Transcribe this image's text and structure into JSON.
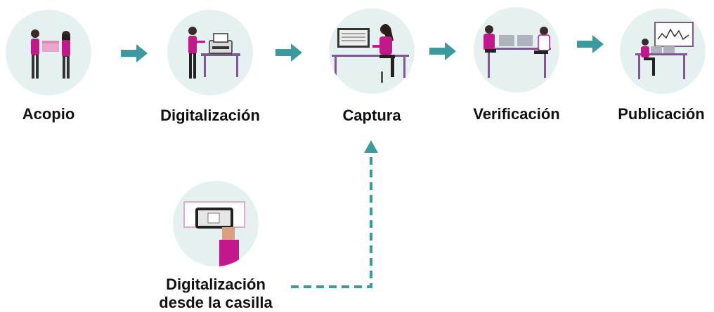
{
  "steps": [
    {
      "label": "Acopio",
      "icon": "handover-box-icon"
    },
    {
      "label": "Digitalización",
      "icon": "scanner-icon"
    },
    {
      "label": "Captura",
      "icon": "data-entry-icon"
    },
    {
      "label": "Verificación",
      "icon": "verification-icon"
    },
    {
      "label": "Publicación",
      "icon": "publication-icon"
    }
  ],
  "branch": {
    "label_line1": "Digitalización",
    "label_line2": "desde la casilla",
    "icon": "phone-capture-icon"
  },
  "colors": {
    "arrow": "#3b9a9e",
    "circle_bg": "#e4f1f0",
    "accent": "#c2188b",
    "dashed_connector": "#3b9a9e",
    "furniture": "#7b5b8f"
  }
}
